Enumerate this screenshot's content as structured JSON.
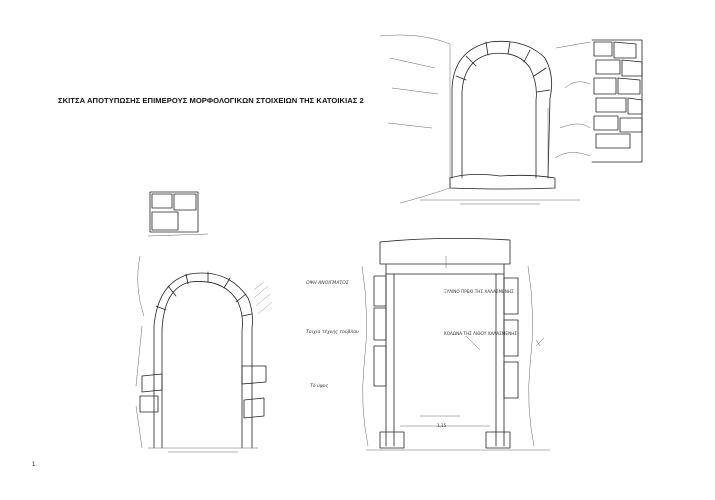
{
  "title": "ΣΚΙΤΣΑ ΑΠΟΤΥΠΩΣΗΣ ΕΠΙΜΕΡΟΥΣ ΜΟΡΦΟΛΟΓΙΚΩΝ ΣΤΟΙΧΕΙΩΝ ΤΗΣ ΚΑΤΟΙΚΙΑΣ 2",
  "page_number": "1",
  "annotations": {
    "opening_label": "ΟΨΗ ΑΝΟΙΓΜΑΤΟΣ",
    "wall_label": "Τοιχίο τέχνης τούβλου",
    "ground_label": "Τό ύψος",
    "lintel_note": "ΞΥΛΙΝΟ ΠΡΕΚΙ ΤΗΣ ΧΑΛΑΣΜΕΝΗΣ",
    "stone_frame_note": "ΚΟΛΩΝΑ ΤΗΣ ΛΙΘΟΥ ΧΑΛΑΣΜΕΝΗΣ",
    "width_dimension": "1,15"
  }
}
